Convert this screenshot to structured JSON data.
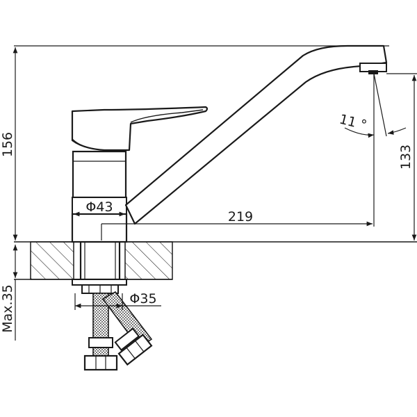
{
  "dimensions": {
    "total_height": "156",
    "spout_height": "133",
    "spout_reach": "219",
    "base_diameter": "Φ43",
    "shank_diameter": "Φ35",
    "max_deck_thickness": "Max.35",
    "spout_angle": "11 °"
  },
  "colors": {
    "line": "#1a1a1a",
    "background": "#ffffff"
  }
}
